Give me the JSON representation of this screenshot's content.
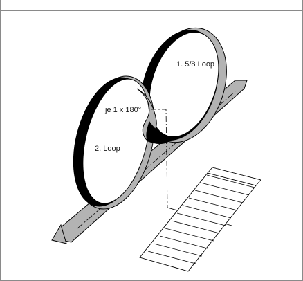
{
  "diagram": {
    "labels": {
      "loop_1": "1. 5/8 Loop",
      "twist": "je 1 x 180°",
      "loop_2": "2. Loop"
    },
    "colors": {
      "band_outer": "#b3b3b3",
      "band_inner": "#000000",
      "track": "#b3b3b3",
      "outline": "#000000"
    }
  }
}
